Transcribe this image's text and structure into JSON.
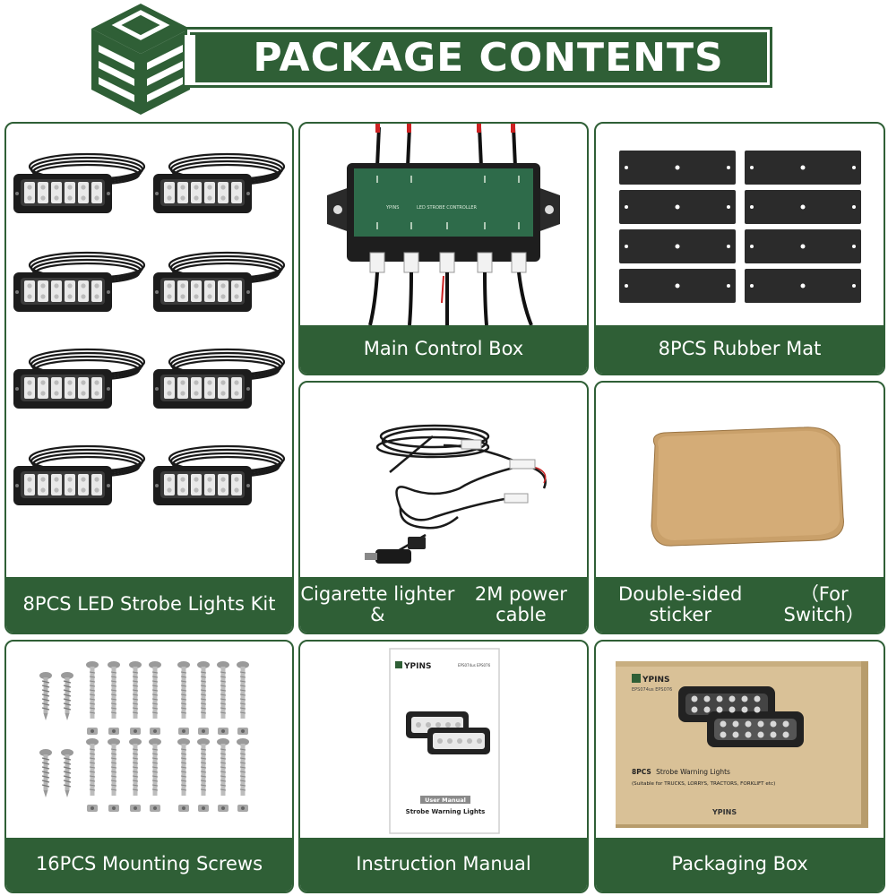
{
  "header": {
    "title": "PACKAGE CONTENTS"
  },
  "colors": {
    "brand_green": "#2f5f36",
    "caption_text": "#ffffff"
  },
  "items": [
    {
      "id": "led-strobe-lights",
      "caption": "8PCS LED Strobe Lights Kit",
      "icon": "led-strobe-light-icon"
    },
    {
      "id": "main-control-box",
      "caption": "Main Control Box",
      "icon": "control-box-icon"
    },
    {
      "id": "rubber-mat",
      "caption": "8PCS Rubber Mat",
      "icon": "rubber-mat-icon"
    },
    {
      "id": "power-cable",
      "caption_line1": "Cigarette lighter &",
      "caption_line2": "2M power cable",
      "icon": "cigarette-lighter-cable-icon"
    },
    {
      "id": "sticker",
      "caption_line1": "Double-sided sticker",
      "caption_line2": "（For Switch）",
      "icon": "double-sided-sticker-icon"
    },
    {
      "id": "mounting-screws",
      "caption": "16PCS Mounting Screws",
      "icon": "screw-icon"
    },
    {
      "id": "instruction-manual",
      "caption": "Instruction Manual",
      "icon": "manual-icon"
    },
    {
      "id": "packaging-box",
      "caption": "Packaging Box",
      "icon": "packaging-box-icon"
    }
  ],
  "control_box_labels": {
    "brand": "YPINS",
    "title": "LED STROBE CONTROLLER"
  },
  "manual": {
    "brand": "YPINS",
    "model": "EPS074us EPS076",
    "badge": "User Manual",
    "subtitle": "Strobe Warning Lights"
  },
  "packbox": {
    "brand": "YPINS",
    "model": "EPS074us EPS076",
    "line1_bold": "8PCS",
    "line1_rest": "Strobe Warning Lights",
    "line2": "(Suitable for TRUCKS, LORRYS, TRACTORS, FORKLIFT etc)",
    "footer_brand": "YPINS"
  }
}
